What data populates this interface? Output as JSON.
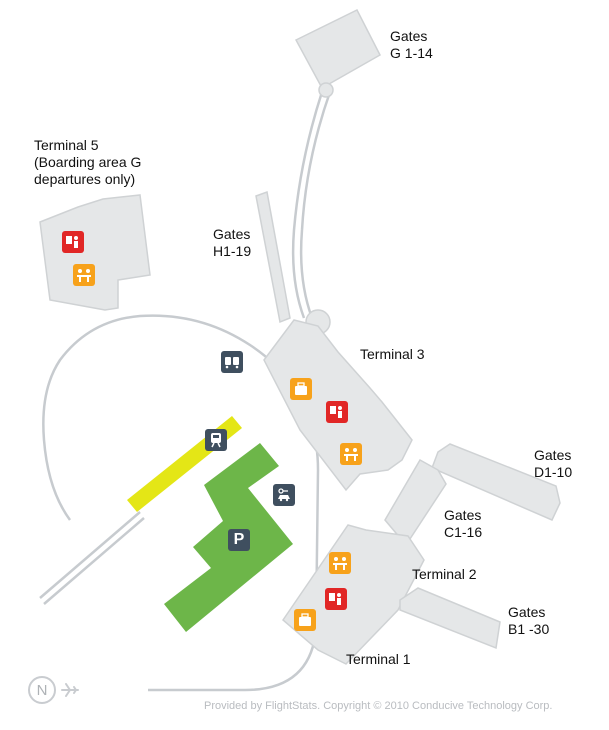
{
  "colors": {
    "building": "#e5e7e8",
    "building_stroke": "#cfd2d4",
    "road": "#c7cbcf",
    "parking": "#6db649",
    "rail": "#e4e616",
    "dark_icon": "#3f4f5f",
    "security_icon": "#e12726",
    "amenity_icon": "#f7a21b"
  },
  "labels": {
    "gates_g": [
      "Gates",
      "G 1-14"
    ],
    "terminal5": [
      "Terminal 5",
      "(Boarding area G",
      "departures only)"
    ],
    "gates_h": [
      "Gates",
      "H1-19"
    ],
    "terminal3": "Terminal 3",
    "gates_d": [
      "Gates",
      "D1-10"
    ],
    "gates_c": [
      "Gates",
      "C1-16"
    ],
    "terminal2": "Terminal 2",
    "gates_b": [
      "Gates",
      "B1 -30"
    ],
    "terminal1": "Terminal 1"
  },
  "icons": {
    "bus": "bus-icon",
    "train": "train-icon",
    "car_rental": "car-rental-icon",
    "parking": "parking-icon",
    "parking_letter": "P",
    "security": "security-checkpoint-icon",
    "baggage": "baggage-icon",
    "restaurant": "restaurant-icon"
  },
  "compass": {
    "letter": "N",
    "icon": "airplane-icon"
  },
  "footer": {
    "credit": "Provided by FlightStats. Copyright © 2010 Conducive Technology Corp."
  }
}
